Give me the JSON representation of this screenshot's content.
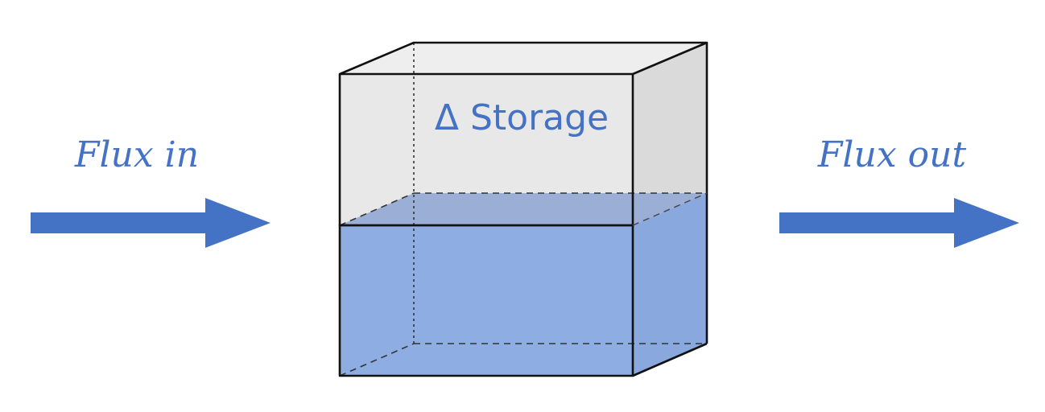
{
  "labels": {
    "flux_in": "Flux in",
    "flux_out": "Flux out",
    "storage": "Δ Storage"
  },
  "colors": {
    "text_blue": "#4472c4",
    "arrow_blue": "#4472c4",
    "water_fill": "#8eaee3",
    "water_top": "#9aaed6",
    "box_front_gray": "#e8e8e8",
    "box_side_gray": "#dadada",
    "edge": "#111111"
  },
  "icons": {
    "inflow": "right-arrow-icon",
    "outflow": "right-arrow-icon"
  }
}
